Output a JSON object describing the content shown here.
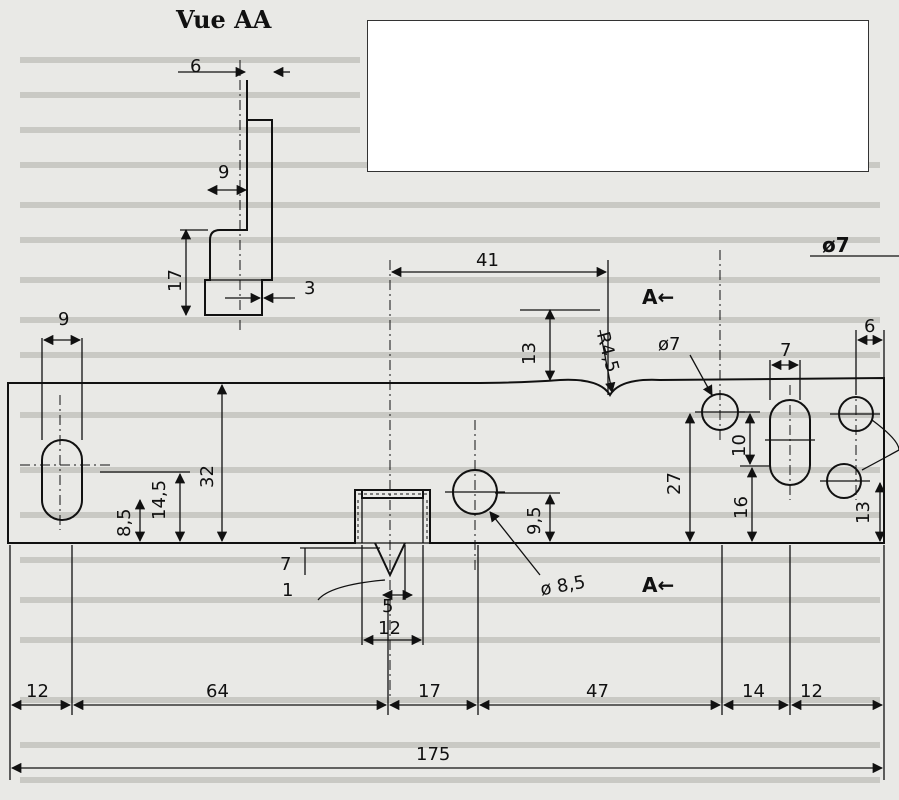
{
  "view_title": "Vue AA",
  "section_marker": "A←",
  "dims": {
    "aa_width": "6",
    "aa_inner": "9",
    "aa_height": "17",
    "aa_step": "3",
    "slot_left_width": "9",
    "top_41": "41",
    "top_13": "13",
    "radius": "R4,5",
    "hole_top": "ø7",
    "right_phi7": "ø7",
    "slot_right_7": "7",
    "right_6": "6",
    "height_32": "32",
    "left_14_5": "14,5",
    "left_8_5": "8,5",
    "hole_9_5": "9,5",
    "h_27": "27",
    "h_10": "10",
    "h_16": "16",
    "h_13": "13",
    "groove_7": "7",
    "groove_1": "1",
    "groove_5": "5",
    "groove_12": "12",
    "hole_dia": "ø 8,5",
    "b_12": "12",
    "b_64": "64",
    "b_17": "17",
    "b_47": "47",
    "b_14": "14",
    "b_12b": "12",
    "total": "175"
  }
}
